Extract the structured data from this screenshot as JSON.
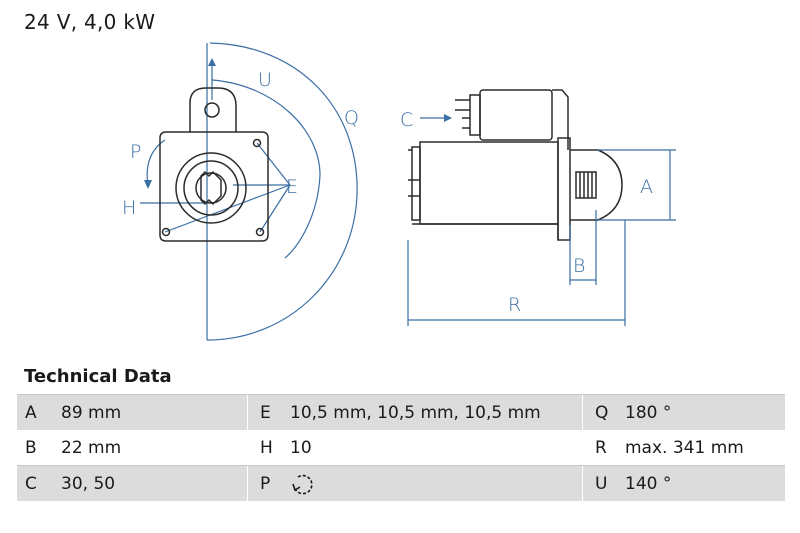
{
  "header": {
    "title": "24 V, 4,0 kW"
  },
  "diagram": {
    "labels": {
      "U": "U",
      "Q": "Q",
      "C": "C",
      "P": "P",
      "H": "H",
      "E": "E",
      "A": "A",
      "B": "B",
      "R": "R"
    },
    "colors": {
      "line": "#3a6ea5",
      "outline": "#2b2b2b"
    }
  },
  "technical_data": {
    "title": "Technical Data",
    "rows": [
      [
        {
          "key": "A",
          "value": "89 mm"
        },
        {
          "key": "E",
          "value": "10,5 mm, 10,5 mm, 10,5 mm"
        },
        {
          "key": "Q",
          "value": "180 °"
        }
      ],
      [
        {
          "key": "B",
          "value": "22 mm"
        },
        {
          "key": "H",
          "value": "10"
        },
        {
          "key": "R",
          "value": "max. 341 mm"
        }
      ],
      [
        {
          "key": "C",
          "value": "30, 50"
        },
        {
          "key": "P",
          "value": "rotation-counterclockwise-icon"
        },
        {
          "key": "U",
          "value": "140 °"
        }
      ]
    ]
  }
}
